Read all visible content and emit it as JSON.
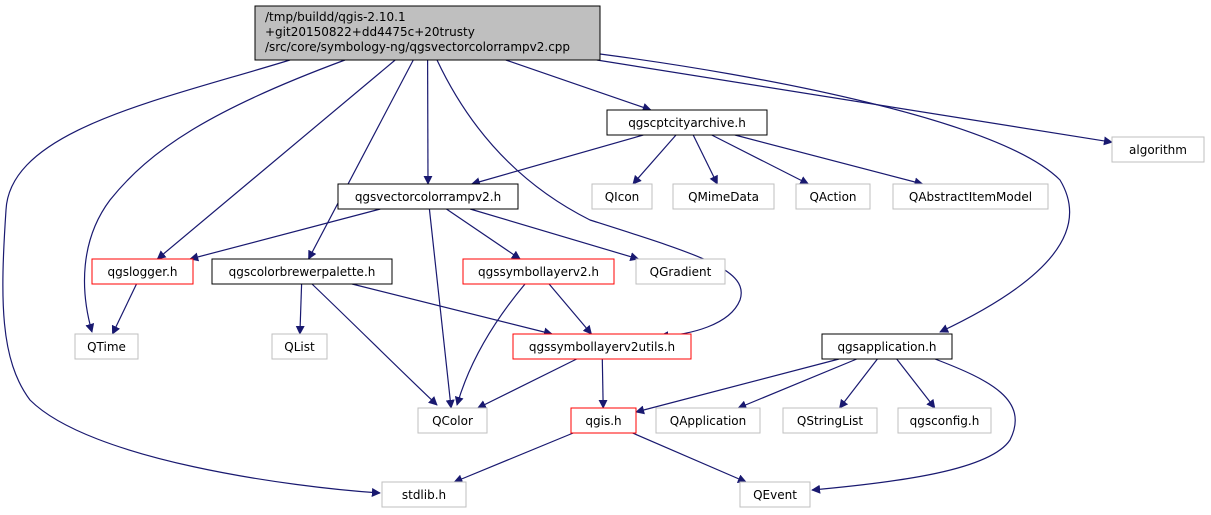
{
  "colors": {
    "edge": "#191970",
    "root_fill": "#bfbfbf",
    "root_border": "#000000",
    "documented_border": "#000000",
    "has_includes_border": "#ff0000",
    "external_border": "#bfbfbf",
    "node_fill": "#ffffff"
  },
  "nodes": [
    {
      "id": "root",
      "kind": "root",
      "lines": [
        "/tmp/buildd/qgis-2.10.1",
        "+git20150822+dd4475c+20trusty",
        "/src/core/symbology-ng/qgsvectorcolorrampv2.cpp"
      ]
    },
    {
      "id": "qgscptcityarchive",
      "kind": "documented",
      "lines": [
        "qgscptcityarchive.h"
      ]
    },
    {
      "id": "algorithm",
      "kind": "external",
      "lines": [
        "algorithm"
      ]
    },
    {
      "id": "qgsvectorcolorrampv2",
      "kind": "documented",
      "lines": [
        "qgsvectorcolorrampv2.h"
      ]
    },
    {
      "id": "qicon",
      "kind": "external",
      "lines": [
        "QIcon"
      ]
    },
    {
      "id": "qmimedata",
      "kind": "external",
      "lines": [
        "QMimeData"
      ]
    },
    {
      "id": "qaction",
      "kind": "external",
      "lines": [
        "QAction"
      ]
    },
    {
      "id": "qabstractitemmodel",
      "kind": "external",
      "lines": [
        "QAbstractItemModel"
      ]
    },
    {
      "id": "qgslogger",
      "kind": "has_includes",
      "lines": [
        "qgslogger.h"
      ]
    },
    {
      "id": "qgscolorbrewerpalette",
      "kind": "documented",
      "lines": [
        "qgscolorbrewerpalette.h"
      ]
    },
    {
      "id": "qgssymbollayerv2",
      "kind": "has_includes",
      "lines": [
        "qgssymbollayerv2.h"
      ]
    },
    {
      "id": "qgradient",
      "kind": "external",
      "lines": [
        "QGradient"
      ]
    },
    {
      "id": "qtime",
      "kind": "external",
      "lines": [
        "QTime"
      ]
    },
    {
      "id": "qlist",
      "kind": "external",
      "lines": [
        "QList"
      ]
    },
    {
      "id": "qgssymbollayerv2utils",
      "kind": "has_includes",
      "lines": [
        "qgssymbollayerv2utils.h"
      ]
    },
    {
      "id": "qgsapplication",
      "kind": "documented",
      "lines": [
        "qgsapplication.h"
      ]
    },
    {
      "id": "qcolor",
      "kind": "external",
      "lines": [
        "QColor"
      ]
    },
    {
      "id": "qgis",
      "kind": "has_includes",
      "lines": [
        "qgis.h"
      ]
    },
    {
      "id": "qapplication",
      "kind": "external",
      "lines": [
        "QApplication"
      ]
    },
    {
      "id": "qstringlist",
      "kind": "external",
      "lines": [
        "QStringList"
      ]
    },
    {
      "id": "qgsconfig",
      "kind": "external",
      "lines": [
        "qgsconfig.h"
      ]
    },
    {
      "id": "stdlib",
      "kind": "external",
      "lines": [
        "stdlib.h"
      ]
    },
    {
      "id": "qevent",
      "kind": "external",
      "lines": [
        "QEvent"
      ]
    }
  ],
  "edges": [
    {
      "from": "root",
      "to": "qgscptcityarchive"
    },
    {
      "from": "root",
      "to": "algorithm"
    },
    {
      "from": "root",
      "to": "qgsvectorcolorrampv2"
    },
    {
      "from": "root",
      "to": "qgslogger"
    },
    {
      "from": "root",
      "to": "qgscolorbrewerpalette"
    },
    {
      "from": "root",
      "to": "qtime"
    },
    {
      "from": "root",
      "to": "qgssymbollayerv2utils"
    },
    {
      "from": "root",
      "to": "qgsapplication"
    },
    {
      "from": "root",
      "to": "stdlib"
    },
    {
      "from": "qgscptcityarchive",
      "to": "qgsvectorcolorrampv2"
    },
    {
      "from": "qgscptcityarchive",
      "to": "qicon"
    },
    {
      "from": "qgscptcityarchive",
      "to": "qmimedata"
    },
    {
      "from": "qgscptcityarchive",
      "to": "qaction"
    },
    {
      "from": "qgscptcityarchive",
      "to": "qabstractitemmodel"
    },
    {
      "from": "qgsvectorcolorrampv2",
      "to": "qgslogger"
    },
    {
      "from": "qgsvectorcolorrampv2",
      "to": "qgssymbollayerv2"
    },
    {
      "from": "qgsvectorcolorrampv2",
      "to": "qgradient"
    },
    {
      "from": "qgsvectorcolorrampv2",
      "to": "qcolor"
    },
    {
      "from": "qgslogger",
      "to": "qtime"
    },
    {
      "from": "qgscolorbrewerpalette",
      "to": "qlist"
    },
    {
      "from": "qgscolorbrewerpalette",
      "to": "qcolor"
    },
    {
      "from": "qgscolorbrewerpalette",
      "to": "qgssymbollayerv2utils"
    },
    {
      "from": "qgssymbollayerv2",
      "to": "qgssymbollayerv2utils"
    },
    {
      "from": "qgssymbollayerv2",
      "to": "qcolor"
    },
    {
      "from": "qgssymbollayerv2utils",
      "to": "qcolor"
    },
    {
      "from": "qgssymbollayerv2utils",
      "to": "qgis"
    },
    {
      "from": "qgsapplication",
      "to": "qgis"
    },
    {
      "from": "qgsapplication",
      "to": "qapplication"
    },
    {
      "from": "qgsapplication",
      "to": "qstringlist"
    },
    {
      "from": "qgsapplication",
      "to": "qgsconfig"
    },
    {
      "from": "qgsapplication",
      "to": "qevent"
    },
    {
      "from": "qgis",
      "to": "stdlib"
    },
    {
      "from": "qgis",
      "to": "qevent"
    }
  ]
}
